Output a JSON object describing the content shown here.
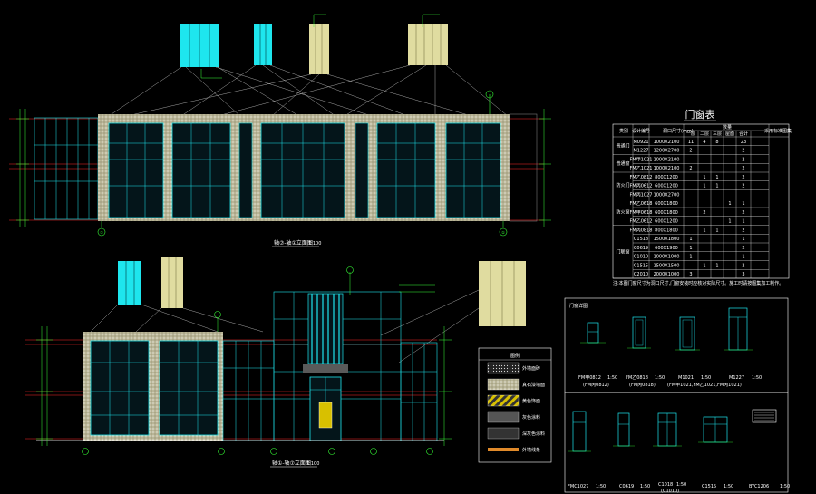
{
  "elevation_upper": {
    "title": "轴⑦-轴①立面图",
    "scale": "1:100",
    "axis_left": "⑦",
    "axis_right": "①"
  },
  "elevation_lower": {
    "title": "轴①-轴⑦立面图",
    "scale": "1:100"
  },
  "door_window_table": {
    "title": "门窗表",
    "header": [
      "类别",
      "设计编号",
      "洞口尺寸(mm)",
      "数量",
      "采用标准图集"
    ],
    "sub_header": [
      "一层",
      "二层",
      "三层",
      "屋面",
      "合计"
    ],
    "categories": [
      "普通门",
      "普通窗",
      "防火门",
      "防火窗",
      "门联窗"
    ],
    "rows": [
      {
        "code": "M0921",
        "size": "1000X2100",
        "counts": [
          "11",
          "4",
          "8",
          "",
          "23"
        ]
      },
      {
        "code": "M1227",
        "size": "1200X2700",
        "counts": [
          "2",
          "",
          "",
          "",
          "2"
        ]
      },
      {
        "code": "FM甲1021",
        "size": "1000X2100",
        "counts": [
          "",
          "",
          "",
          "",
          "2"
        ]
      },
      {
        "code": "FM乙1021",
        "size": "1000X2100",
        "counts": [
          "2",
          "",
          "",
          "",
          "2"
        ]
      },
      {
        "code": "FM乙0812",
        "size": "800X1200",
        "counts": [
          "",
          "1",
          "1",
          "",
          "2"
        ]
      },
      {
        "code": "FM丙0612",
        "size": "600X1200",
        "counts": [
          "",
          "1",
          "1",
          "",
          "2"
        ]
      },
      {
        "code": "FM丙1027",
        "size": "1000X2700",
        "counts": [
          "",
          "",
          "",
          "",
          ""
        ]
      },
      {
        "code": "FM乙0618",
        "size": "600X1800",
        "counts": [
          "",
          "",
          "",
          "1",
          "1"
        ]
      },
      {
        "code": "FM甲0618",
        "size": "600X1800",
        "counts": [
          "",
          "2",
          "",
          "",
          "2"
        ]
      },
      {
        "code": "FM乙0612",
        "size": "600X1200",
        "counts": [
          "",
          "",
          "",
          "1",
          "1"
        ]
      },
      {
        "code": "FM丙0818",
        "size": "800X1800",
        "counts": [
          "",
          "1",
          "1",
          "",
          "2"
        ]
      },
      {
        "code": "C1518",
        "size": "1500X1800",
        "counts": [
          "1",
          "",
          "",
          "",
          "1"
        ]
      },
      {
        "code": "C0619",
        "size": "600X1900",
        "counts": [
          "1",
          "",
          "",
          "",
          "2"
        ]
      },
      {
        "code": "C1010",
        "size": "1000X1000",
        "counts": [
          "1",
          "",
          "",
          "",
          "1"
        ]
      },
      {
        "code": "C1515",
        "size": "1500X1500",
        "counts": [
          "",
          "1",
          "1",
          "",
          "2"
        ]
      },
      {
        "code": "C2010",
        "size": "2000X1000",
        "counts": [
          "3",
          "",
          "",
          "",
          "3"
        ]
      }
    ],
    "note": "注:本图门窗尺寸为洞口尺寸,门窗安装时应核对实际尺寸。施工时请按图集加工制作。"
  },
  "detail_panel_top": {
    "label": "门窗详图",
    "items": [
      {
        "code": "FM甲0812",
        "scale": "1:50",
        "sub": "(FM丙0812)"
      },
      {
        "code": "FM乙0818",
        "scale": "1:50",
        "sub": "(FM丙0818)"
      },
      {
        "code": "M1021",
        "scale": "1:50",
        "sub": "(FM甲1021,FM乙1021,FM丙1021)"
      },
      {
        "code": "M1227",
        "scale": "1:50",
        "sub": ""
      }
    ]
  },
  "detail_panel_bottom": {
    "items": [
      {
        "code": "FMC1027",
        "scale": "1:50",
        "sub": ""
      },
      {
        "code": "C0619",
        "scale": "1:50",
        "sub": ""
      },
      {
        "code": "C1018",
        "scale": "1:50",
        "sub": "(C1010)"
      },
      {
        "code": "C1515",
        "scale": "1:50",
        "sub": ""
      },
      {
        "code": "BYC1206",
        "scale": "1:50",
        "sub": ""
      }
    ]
  },
  "legend": {
    "title": "图例",
    "items": [
      "外墙面砖",
      "真石漆墙面",
      "黄色饰面",
      "灰色涂料",
      "深灰色涂料",
      "外墙线条"
    ]
  },
  "colors": {
    "cyan": "#1ee6ee",
    "green": "#36ff36",
    "red": "#ff2a2a",
    "tan": "#e0dca0",
    "white": "#ffffff"
  }
}
